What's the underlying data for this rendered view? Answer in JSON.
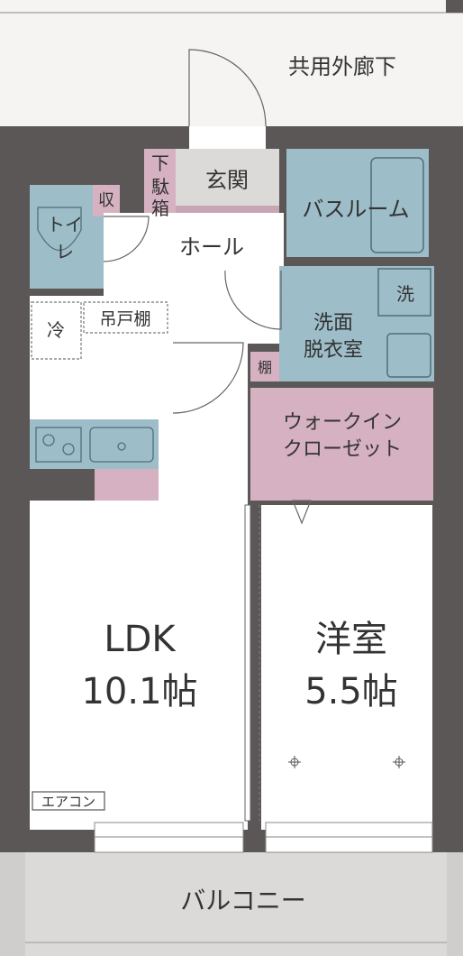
{
  "labels": {
    "corridor": "共用外廊下",
    "genkan": "玄関",
    "getabako_top": "下",
    "getabako_mid": "駄",
    "getabako_bot": "箱",
    "bathroom": "バスルーム",
    "toilet_1": "トイ",
    "toilet_2": "レ",
    "storage_small": "収",
    "hall": "ホール",
    "washroom_1": "洗面",
    "washroom_2": "脱衣室",
    "washer": "洗",
    "fridge": "冷",
    "hanging_cabinet": "吊戸棚",
    "shelf": "棚",
    "wic_1": "ウォークイン",
    "wic_2": "クローゼット",
    "ldk_name": "LDK",
    "ldk_size": "10.1帖",
    "western_name": "洋室",
    "western_size": "5.5帖",
    "aircon": "エアコン",
    "balcony": "バルコニー"
  },
  "colors": {
    "background": "#e9e7e6",
    "wall": "#5a5756",
    "floor": "#ffffff",
    "wet_area": "#9dbdc8",
    "storage": "#d6b1c1",
    "getabako": "#d6b1c1",
    "entrance": "#dcdad9",
    "balcony": "#dcdad9",
    "text": "#333333"
  }
}
